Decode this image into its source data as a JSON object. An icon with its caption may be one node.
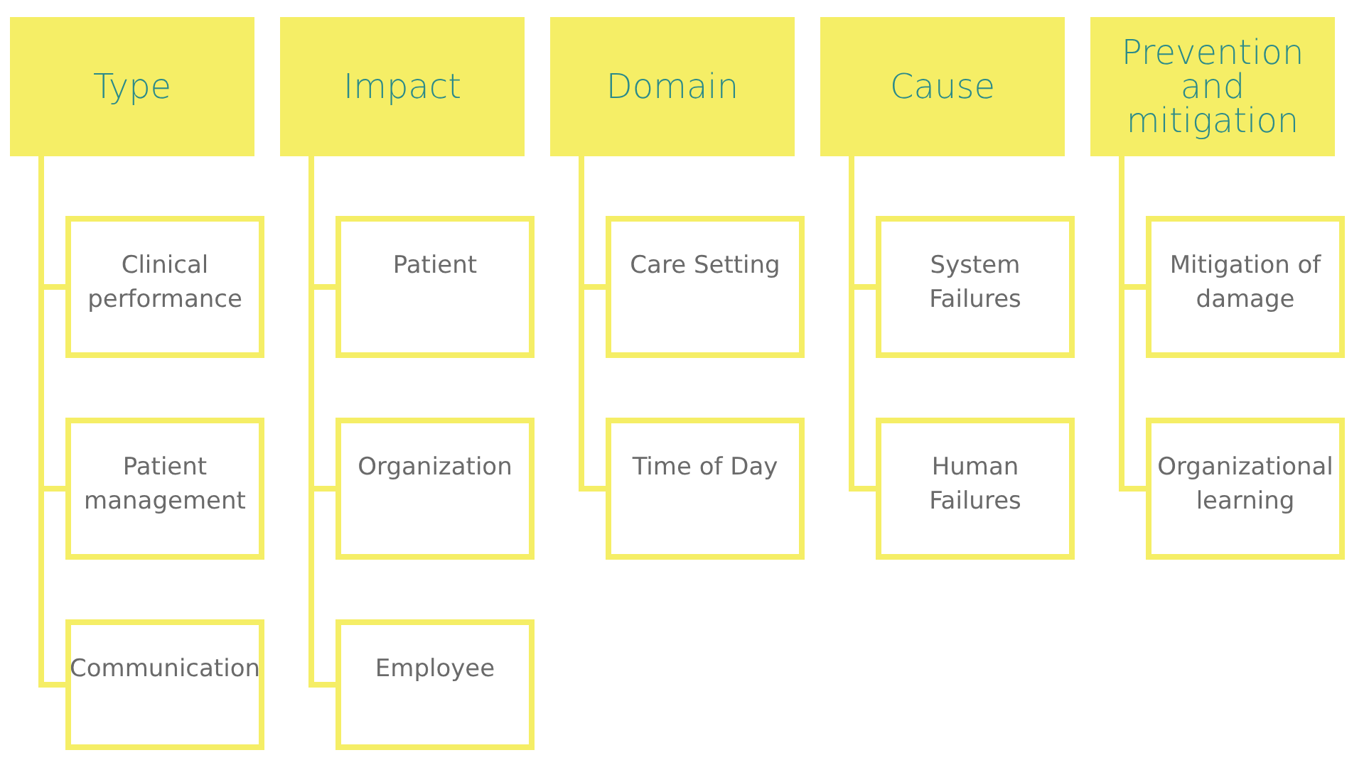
{
  "diagram": {
    "nodes": [
      {
        "text": [
          "Type"
        ]
      },
      {
        "text": [
          "Clinical performance"
        ]
      },
      {
        "text": [
          "Patient management"
        ]
      },
      {
        "text": [
          "Communication"
        ]
      },
      {
        "text": [
          "Impact"
        ]
      },
      {
        "text": [
          "Patient"
        ]
      },
      {
        "text": [
          "Organization"
        ]
      },
      {
        "text": [
          "Employee"
        ]
      },
      {
        "text": [
          "Domain"
        ]
      },
      {
        "text": [
          "Care Setting"
        ]
      },
      {
        "text": [
          "Time of Day"
        ]
      },
      {
        "text": [
          "Cause"
        ]
      },
      {
        "text": [
          "System Failures"
        ]
      },
      {
        "text": [
          "Human Failures"
        ]
      },
      {
        "text": [
          "Prevention and mitigation"
        ]
      },
      {
        "text": [
          "Mitigation of damage"
        ]
      },
      {
        "text": [
          "Organizational learning"
        ]
      }
    ],
    "edges": [
      {
        "from": 0,
        "to": 1,
        "arrow": "none"
      },
      {
        "from": 0,
        "to": 2,
        "arrow": "none"
      },
      {
        "from": 0,
        "to": 3,
        "arrow": "none"
      },
      {
        "from": 4,
        "to": 5,
        "arrow": "none"
      },
      {
        "from": 4,
        "to": 6,
        "arrow": "none"
      },
      {
        "from": 4,
        "to": 7,
        "arrow": "none"
      },
      {
        "from": 8,
        "to": 9,
        "arrow": "none"
      },
      {
        "from": 8,
        "to": 10,
        "arrow": "none"
      },
      {
        "from": 11,
        "to": 12,
        "arrow": "none"
      },
      {
        "from": 11,
        "to": 13,
        "arrow": "none"
      },
      {
        "from": 14,
        "to": 15,
        "arrow": "none"
      },
      {
        "from": 14,
        "to": 16,
        "arrow": "none"
      }
    ]
  }
}
